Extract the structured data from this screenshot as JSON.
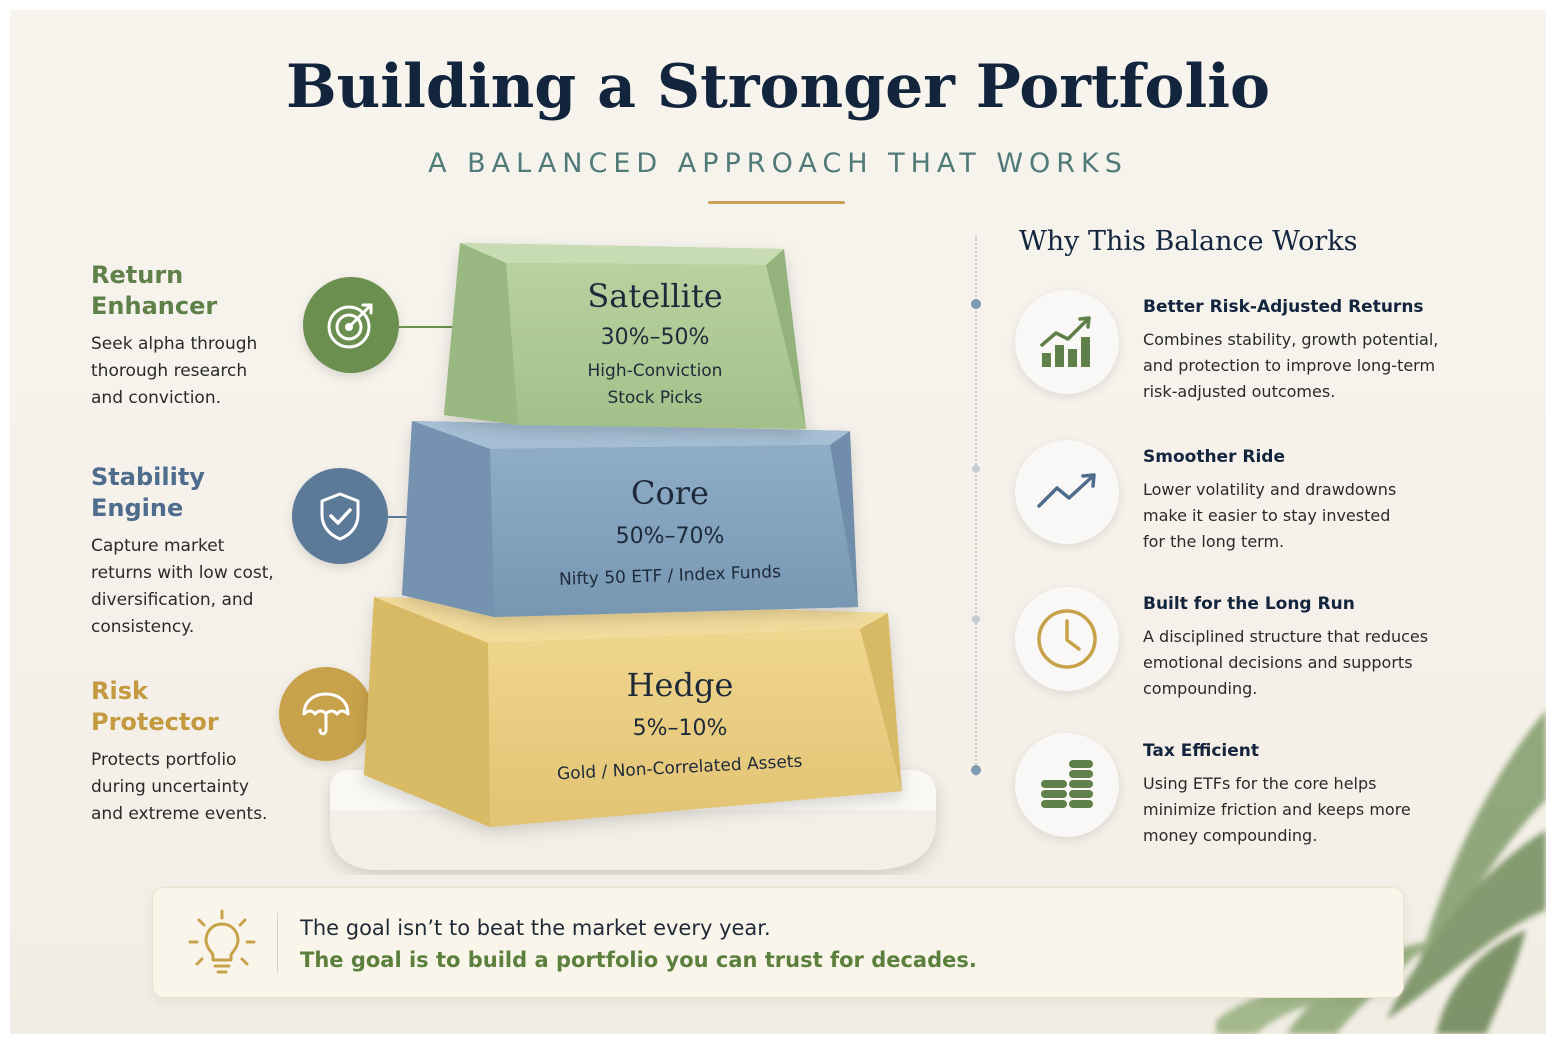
{
  "header": {
    "title": "Building a Stronger Portfolio",
    "subtitle": "A BALANCED APPROACH THAT WORKS"
  },
  "roles": [
    {
      "title_line1": "Return",
      "title_line2": "Enhancer",
      "desc": [
        "Seek alpha through",
        "thorough research",
        "and conviction."
      ],
      "color": "#6b8f4e",
      "icon": "target-icon"
    },
    {
      "title_line1": "Stability",
      "title_line2": "Engine",
      "desc": [
        "Capture market",
        "returns with low cost,",
        "diversification, and",
        "consistency."
      ],
      "color": "#5b7a98",
      "icon": "shield-check-icon"
    },
    {
      "title_line1": "Risk",
      "title_line2": "Protector",
      "desc": [
        "Protects portfolio",
        "during uncertainty",
        "and extreme events."
      ],
      "color": "#c8a24a",
      "icon": "umbrella-icon"
    }
  ],
  "blocks": [
    {
      "name": "Satellite",
      "allocation": "30%–50%",
      "desc_line1": "High-Conviction",
      "desc_line2": "Stock Picks",
      "color": "#a9c690"
    },
    {
      "name": "Core",
      "allocation": "50%–70%",
      "desc_line1": "Nifty 50 ETF / Index Funds",
      "color": "#7f9db8"
    },
    {
      "name": "Hedge",
      "allocation": "5%–10%",
      "desc_line1": "Gold / Non-Correlated Assets",
      "color": "#e6cb7c"
    }
  ],
  "why": {
    "title": "Why This Balance Works",
    "items": [
      {
        "title": "Better Risk-Adjusted Returns",
        "desc": [
          "Combines stability, growth potential,",
          "and protection to improve long-term",
          "risk-adjusted outcomes."
        ],
        "icon": "bar-chart-growth-icon",
        "color": "#5f8048"
      },
      {
        "title": "Smoother Ride",
        "desc": [
          "Lower volatility and drawdowns",
          "make it easier to stay invested",
          "for the long term."
        ],
        "icon": "trend-line-icon",
        "color": "#4e6c8c"
      },
      {
        "title": "Built for the Long Run",
        "desc": [
          "A disciplined structure that reduces",
          "emotional decisions and supports",
          "compounding."
        ],
        "icon": "clock-icon",
        "color": "#c8a24a"
      },
      {
        "title": "Tax Efficient",
        "desc": [
          "Using ETFs for the core helps",
          "minimize friction and keeps more",
          "money compounding."
        ],
        "icon": "coin-stack-icon",
        "color": "#5f8048"
      }
    ]
  },
  "quote": {
    "line1": "The goal isn’t to beat the market every year.",
    "line2": "The goal is to build a portfolio you can trust for decades.",
    "icon": "lightbulb-icon"
  }
}
